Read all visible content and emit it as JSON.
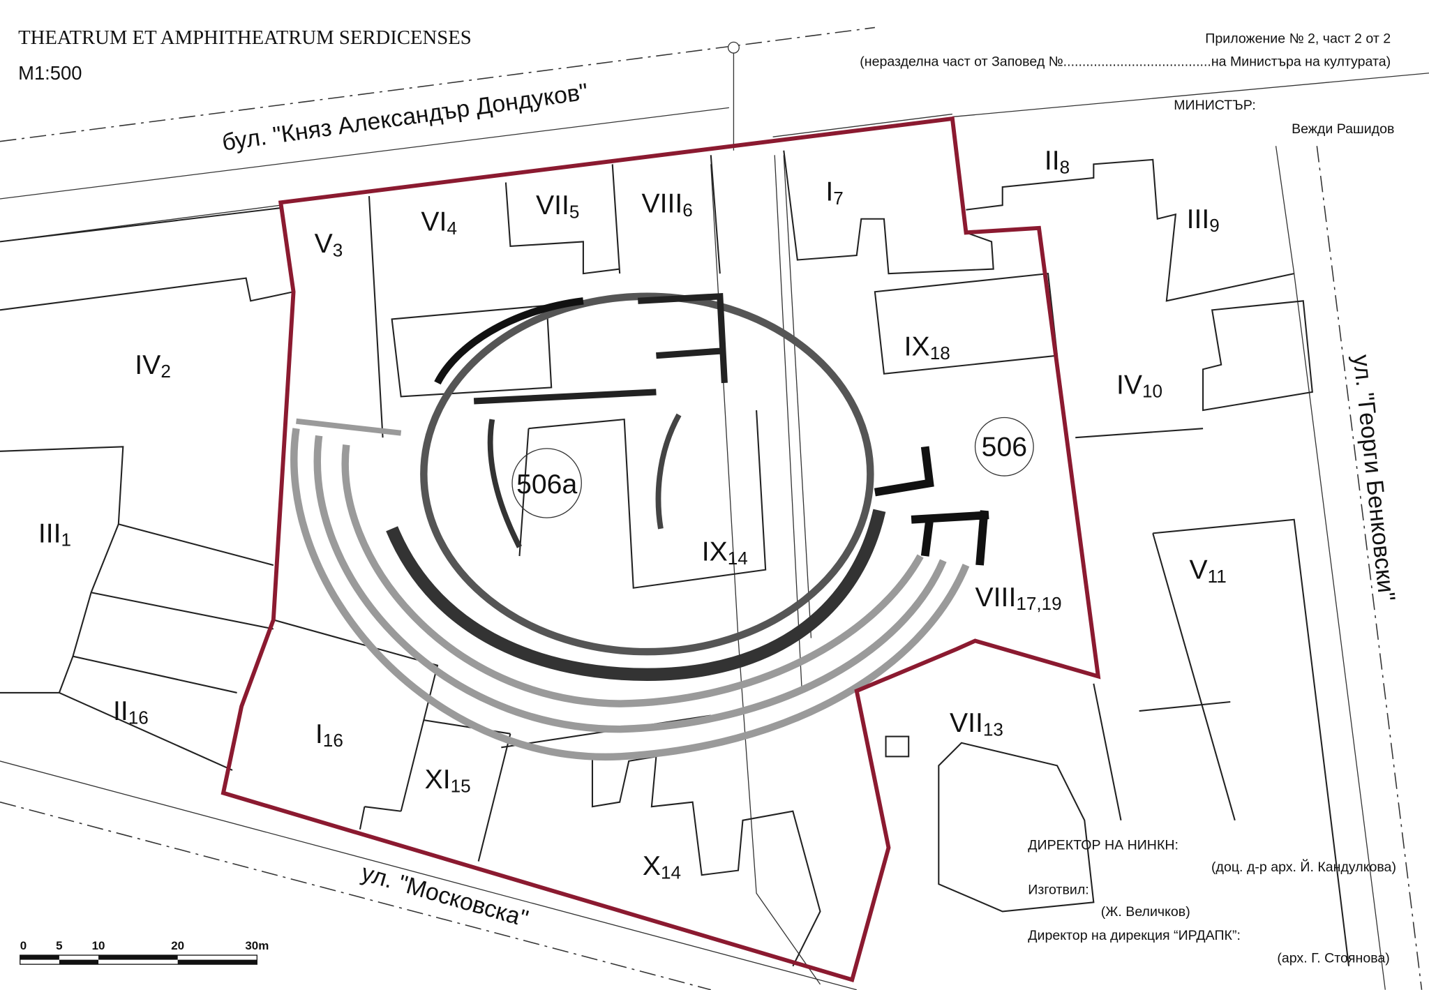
{
  "header": {
    "title": "THEATRUM ET AMPHITHEATRUM SERDICENSES",
    "scale": "M1:500",
    "annex": "Приложение № 2, част 2 от 2",
    "annex_note": "(неразделна част от Заповед №.......................................на Министъра на културата)",
    "minister_label": "МИНИСТЪР:",
    "minister_name": "Вежди Рашидов"
  },
  "streets": {
    "dondukov": "бул. \"Княз Александър Дондуков\"",
    "moskovska": "ул. \"Московска\"",
    "benkovski": "ул. \"Георги Бенковски\""
  },
  "parcels": [
    {
      "id": "V",
      "sub": "3"
    },
    {
      "id": "VI",
      "sub": "4"
    },
    {
      "id": "VII",
      "sub": "5"
    },
    {
      "id": "VIII",
      "sub": "6"
    },
    {
      "id": "I",
      "sub": "7"
    },
    {
      "id": "II",
      "sub": "8"
    },
    {
      "id": "III",
      "sub": "9"
    },
    {
      "id": "IV",
      "sub": "2"
    },
    {
      "id": "IX",
      "sub": "18"
    },
    {
      "id": "IV",
      "sub": "10"
    },
    {
      "id": "III",
      "sub": "1"
    },
    {
      "id": "IX",
      "sub": "14"
    },
    {
      "id": "V",
      "sub": "11"
    },
    {
      "id": "VIII",
      "sub": "17,19"
    },
    {
      "id": "II",
      "sub": "16"
    },
    {
      "id": "I",
      "sub": "16"
    },
    {
      "id": "VII",
      "sub": "13"
    },
    {
      "id": "XI",
      "sub": "15"
    },
    {
      "id": "X",
      "sub": "14"
    }
  ],
  "lots": {
    "a": "506",
    "b": "506а"
  },
  "signatures": {
    "nink_label": "ДИРЕКТОР НА НИНКН:",
    "nink_name": "(доц. д-р арх. Й. Кандулкова)",
    "prepared_label": "Изготвил:",
    "prepared_name": "(Ж. Величков)",
    "irdapk_label": "Директор на дирекция “ИРДАПК”:",
    "irdapk_name": "(арх. Г. Стоянова)"
  },
  "scalebar": {
    "ticks": [
      "0",
      "5",
      "10",
      "20",
      "30m"
    ]
  },
  "colors": {
    "boundary": "#8b1a30",
    "amphitheatre": "#444444",
    "theatre": "#9a9a9a"
  }
}
